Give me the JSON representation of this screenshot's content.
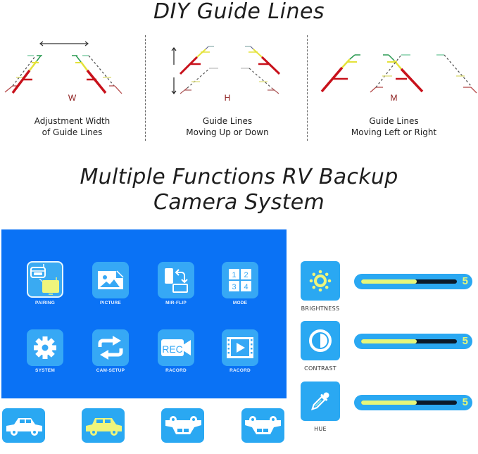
{
  "guide_section": {
    "title": "DIY Guide Lines",
    "panels": [
      {
        "letter": "W",
        "caption_line1": "Adjustment Width",
        "caption_line2": "of Guide Lines"
      },
      {
        "letter": "H",
        "caption_line1": "Guide Lines",
        "caption_line2": "Moving Up or Down"
      },
      {
        "letter": "M",
        "caption_line1": "Guide Lines",
        "caption_line2": "Moving Left or Right"
      }
    ]
  },
  "system_section": {
    "title_line1": "Multiple Functions RV Backup",
    "title_line2": "Camera System"
  },
  "menu": {
    "items": [
      {
        "label": "PAIRING",
        "icon": "pairing-icon",
        "selected": true
      },
      {
        "label": "PICTURE",
        "icon": "picture-icon"
      },
      {
        "label": "MIR-FLIP",
        "icon": "mirror-flip-icon"
      },
      {
        "label": "MODE",
        "icon": "split-mode-icon"
      },
      {
        "label": "SYSTEM",
        "icon": "gear-icon"
      },
      {
        "label": "CAM-SETUP",
        "icon": "swap-arrows-icon"
      },
      {
        "label": "RACORD",
        "icon": "record-camera-icon",
        "rec_text": "REC"
      },
      {
        "label": "RACORD",
        "icon": "video-playback-icon"
      }
    ]
  },
  "car_orientations": [
    {
      "icon": "car-normal-icon"
    },
    {
      "icon": "car-normal-selected-icon",
      "selected": true
    },
    {
      "icon": "car-flipped-icon"
    },
    {
      "icon": "car-flipped-mirrored-icon"
    }
  ],
  "adjustments": [
    {
      "label": "BRIGHTNESS",
      "icon": "sun-icon",
      "value": "5",
      "fill_pct": 58
    },
    {
      "label": "CONTRAST",
      "icon": "contrast-icon",
      "value": "5",
      "fill_pct": 58
    },
    {
      "label": "HUE",
      "icon": "eyedropper-icon",
      "value": "5",
      "fill_pct": 58
    }
  ],
  "colors": {
    "screen_blue": "#0a72f5",
    "tile_blue": "#36a8f5",
    "accent_yellow": "#e6f77a",
    "guide_red": "#c8111b",
    "guide_yellow": "#e4e23a",
    "guide_green": "#2a9a52"
  }
}
